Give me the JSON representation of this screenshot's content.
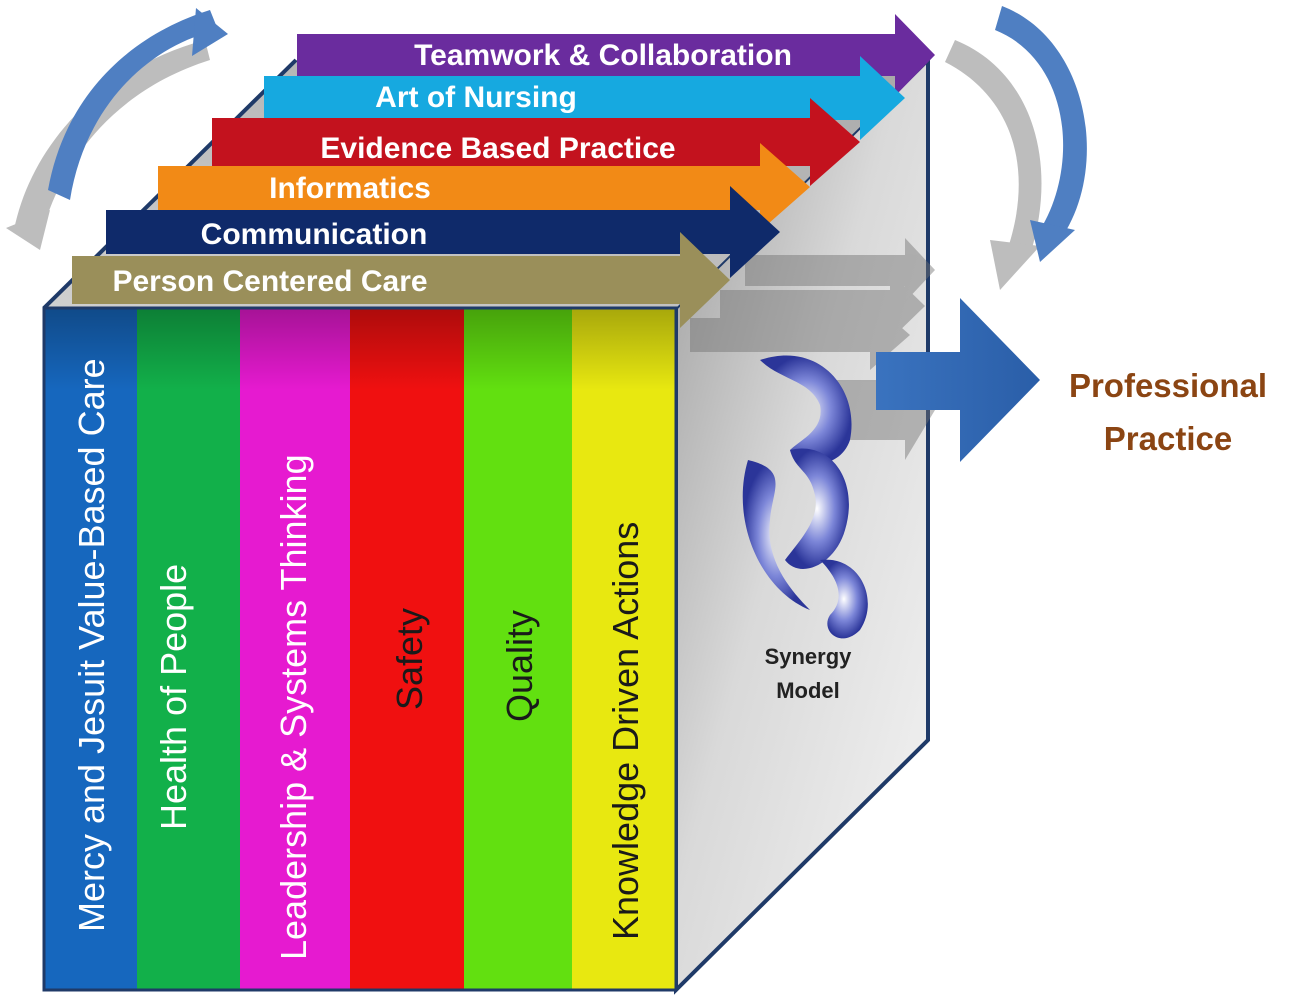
{
  "diagram": {
    "horizontal_arrows": [
      {
        "label": "Teamwork & Collaboration",
        "color": "#6a2c9e"
      },
      {
        "label": "Art of Nursing",
        "color": "#16a9e0"
      },
      {
        "label": "Evidence Based Practice",
        "color": "#c3121e"
      },
      {
        "label": "Informatics",
        "color": "#f28a16"
      },
      {
        "label": "Communication",
        "color": "#0f2a6a"
      },
      {
        "label": "Person Centered Care",
        "color": "#9a8f5a"
      }
    ],
    "pillars": [
      {
        "label": "Mercy and Jesuit Value-Based Care",
        "color": "#1667be"
      },
      {
        "label": "Health of People",
        "color": "#12b04a"
      },
      {
        "label": "Leadership & Systems Thinking",
        "color": "#e61ad0"
      },
      {
        "label": "Safety",
        "color": "#f01010"
      },
      {
        "label": "Quality",
        "color": "#62e010"
      },
      {
        "label": "Knowledge Driven Actions",
        "color": "#e8e810"
      }
    ],
    "center_model": {
      "line1": "Synergy",
      "line2": "Model"
    },
    "outcome": {
      "line1": "Professional",
      "line2": "Practice",
      "color": "#8B4513"
    }
  }
}
